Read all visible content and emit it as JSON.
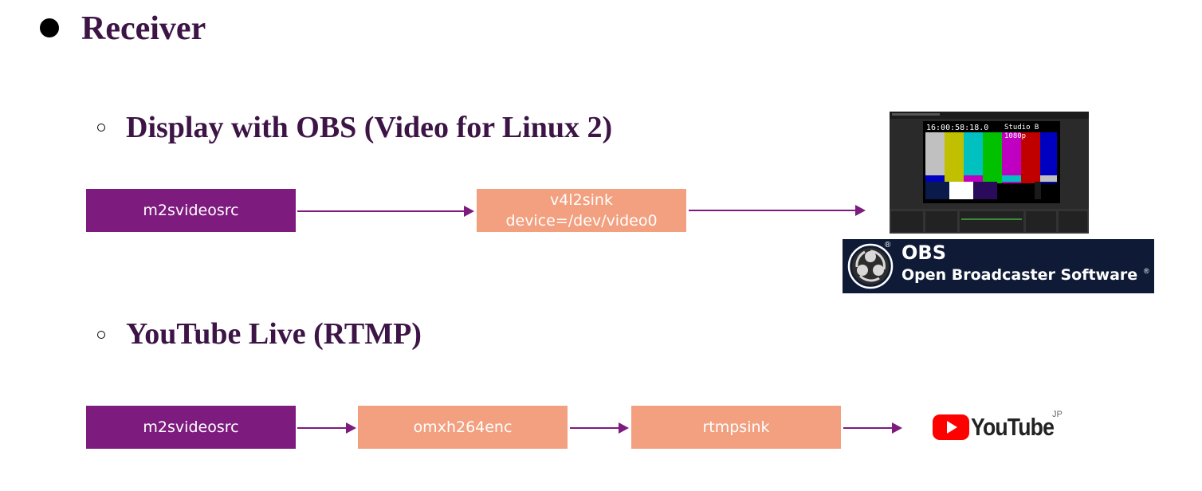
{
  "heading": {
    "title": "Receiver"
  },
  "section_obs": {
    "title": "Display with OBS (Video for Linux 2)",
    "pipeline": {
      "src": "m2svideosrc",
      "sink_line1": "v4l2sink",
      "sink_line2": "device=/dev/video0"
    },
    "screenshot": {
      "timecode": "16:00:58:18.0",
      "studio": "Studio B 1080p"
    },
    "logo": {
      "name": "OBS",
      "full_name": "Open Broadcaster Software",
      "mark": "®"
    }
  },
  "section_youtube": {
    "title": "YouTube Live (RTMP)",
    "pipeline": {
      "src": "m2svideosrc",
      "enc": "omxh264enc",
      "sink": "rtmpsink"
    },
    "logo": {
      "text": "YouTube",
      "region": "JP"
    }
  },
  "colors": {
    "element_src": "#7d1b7e",
    "element_other": "#f2a07f",
    "heading": "#3d1446",
    "arrow": "#7d1b7e"
  }
}
